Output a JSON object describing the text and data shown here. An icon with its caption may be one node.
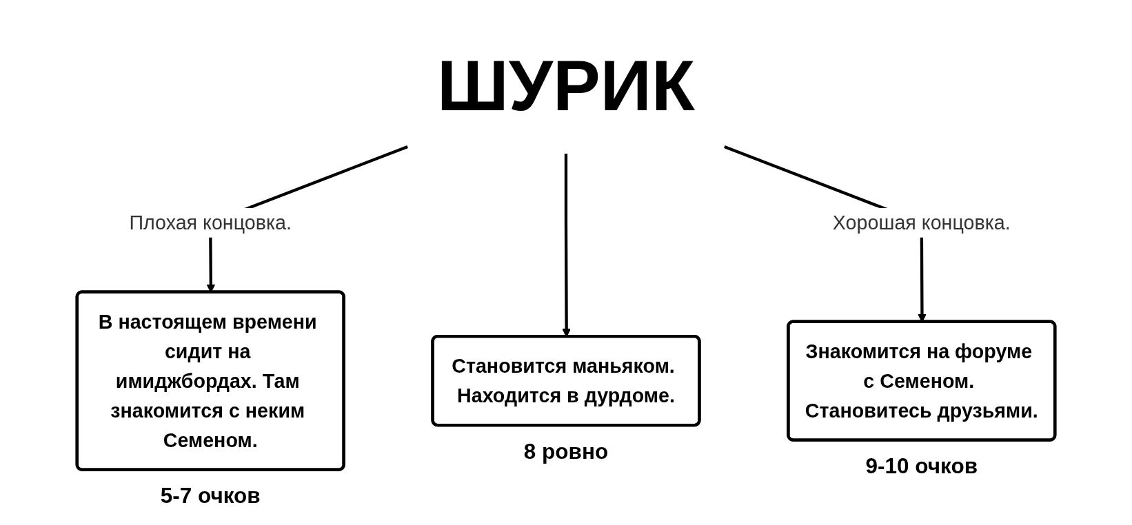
{
  "diagram": {
    "nodes": [
      {
        "text": [
          "ШУРИК"
        ]
      },
      {
        "text": [
          "В настоящем времени сидит на имиджбордах. Там знакомится с неким Семеном."
        ],
        "beside": [
          "5-7 очков"
        ]
      },
      {
        "text": [
          "Становится маньяком. Находится в дурдоме."
        ],
        "beside": [
          "8 ровно"
        ]
      },
      {
        "text": [
          "Знакомится на форуме с Семеном. Становитесь друзьями."
        ],
        "beside": [
          "9-10 очков"
        ]
      }
    ],
    "edges": [
      {
        "from": 0,
        "to": 1,
        "arrow": "to",
        "label": "Плохая концовка."
      },
      {
        "from": 0,
        "to": 2,
        "arrow": "to"
      },
      {
        "from": 0,
        "to": 3,
        "arrow": "to",
        "label": "Хорошая концовка."
      }
    ]
  }
}
